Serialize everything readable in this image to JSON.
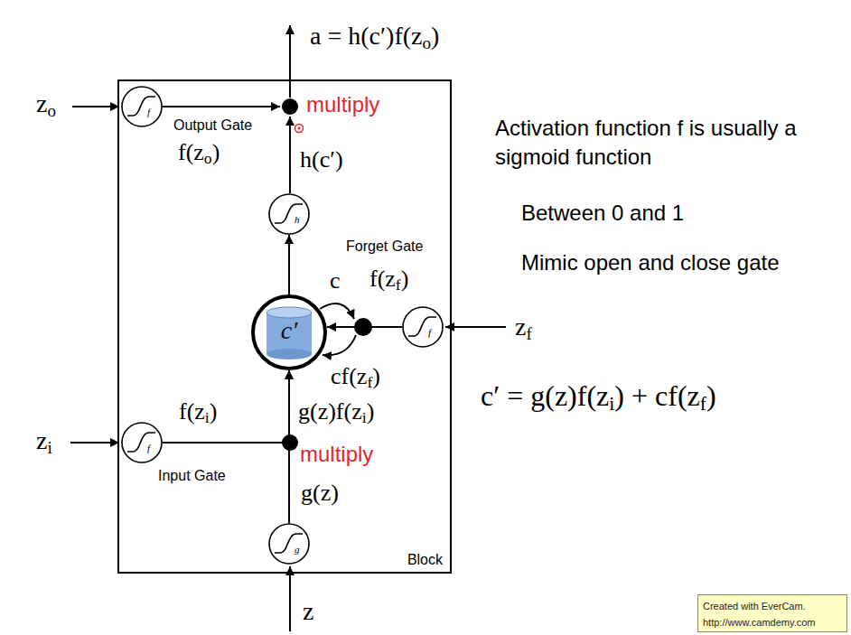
{
  "diagram": {
    "nodes": [
      {
        "text": [
          "Block"
        ]
      },
      {
        "text": [
          "f"
        ],
        "in": 0
      },
      {
        "text": [
          "h"
        ],
        "in": 0
      },
      {
        "text": [
          "c′"
        ],
        "in": 0
      },
      {
        "text": [
          "f"
        ],
        "in": 0
      },
      {
        "text": [
          "f"
        ],
        "in": 0
      },
      {
        "text": [
          "g"
        ],
        "in": 0
      },
      {
        "text": [
          "Created with EverCam. http://www.camdemy.com"
        ]
      }
    ],
    "edges": [
      {
        "from": 6,
        "to": 3,
        "arrow": "to"
      },
      {
        "from": 5,
        "to": 3,
        "arrow": "to"
      },
      {
        "from": 3,
        "to": 2,
        "arrow": "to"
      },
      {
        "from": 4,
        "to": 3,
        "arrow": "to"
      }
    ],
    "labels": [
      "a = h(c′)f(zo)",
      "multiply",
      "zo",
      "Output Gate",
      "f(zo)",
      "h(c′)",
      "Forget Gate",
      "c",
      "f(zf)",
      "cf(zf)",
      "zf",
      "c′ = g(z)f(zi) + cf(zf)",
      "zi",
      "f(zi)",
      "g(z)f(zi)",
      "multiply",
      "Input Gate",
      "g(z)",
      "z",
      "Activation function f is usually a sigmoid function",
      "Between 0 and 1",
      "Mimic open and close gate"
    ]
  }
}
